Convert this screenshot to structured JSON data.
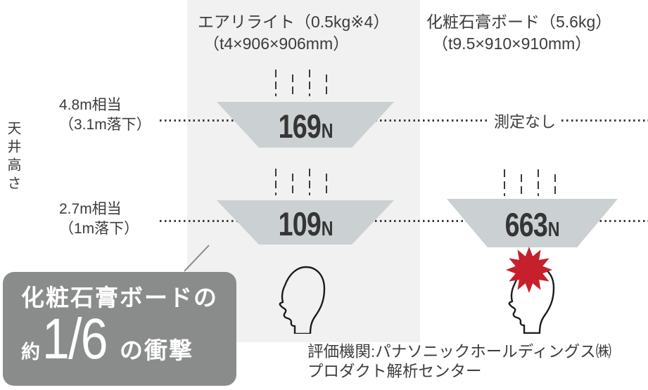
{
  "columns": {
    "left": {
      "title": "エアリライト（0.5kg※4）",
      "size": "（t4×906×906mm）"
    },
    "right": {
      "title": "化粧石膏ボード（5.6kg）",
      "size": "（t9.5×910×910mm）"
    }
  },
  "y_axis_label": "天井高さ",
  "rows": [
    {
      "height_label": "4.8m相当",
      "drop_label": "（3.1m落下）",
      "left_force": "169",
      "left_unit": "N",
      "right_result": "測定なし"
    },
    {
      "height_label": "2.7m相当",
      "drop_label": "（1m落下）",
      "left_force": "109",
      "left_unit": "N",
      "right_force": "663",
      "right_unit": "N"
    }
  ],
  "callout": {
    "line1": "化粧石膏ボードの",
    "approx": "約",
    "fraction": "1/6",
    "suffix": "の衝撃"
  },
  "credit": {
    "line1": "評価機関:パナソニックホールディングス㈱",
    "line2": "プロダクト解析センター"
  },
  "colors": {
    "panel_bg": "#f0f1f0",
    "trapezoid_fill": "#cbd0d2",
    "text": "#3c3c3c",
    "callout_bg": "#8a8b8b",
    "callout_text": "#ffffff",
    "impact_red": "#c5202b"
  }
}
